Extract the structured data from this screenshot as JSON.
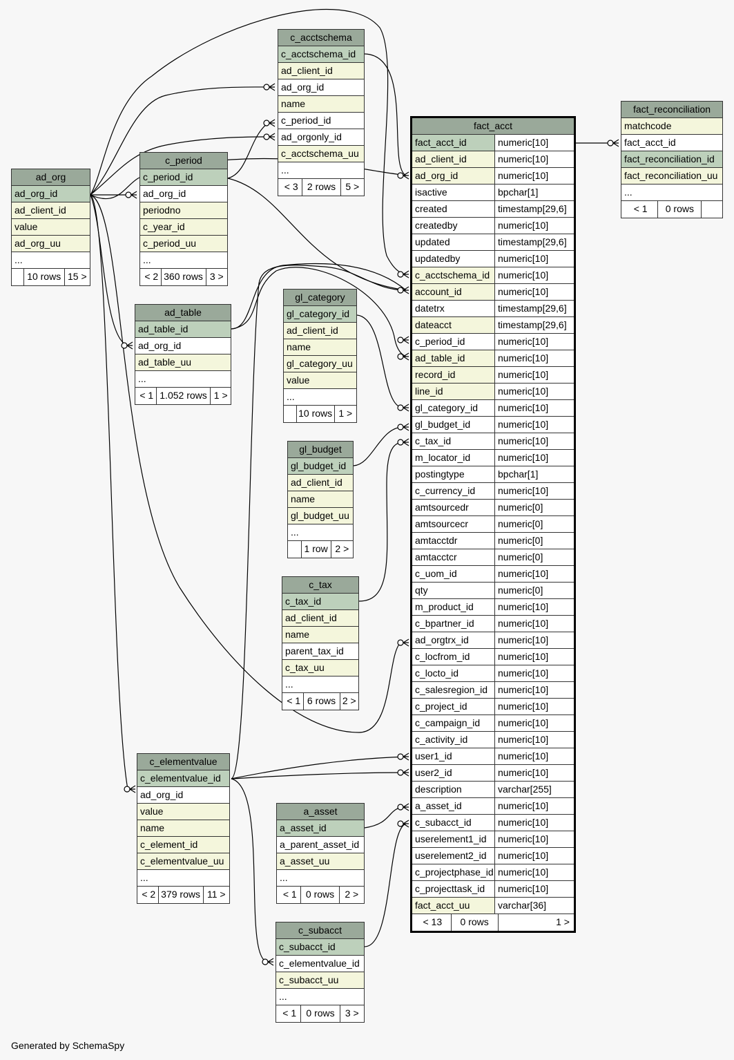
{
  "generated_by": "Generated by SchemaSpy",
  "tables": [
    {
      "id": "ad_org",
      "title": "ad_org",
      "rows": [
        {
          "n": "ad_org_id",
          "k": "pk"
        },
        {
          "n": "ad_client_id",
          "k": "fk"
        },
        {
          "n": "value",
          "k": "fk"
        },
        {
          "n": "ad_org_uu",
          "k": "fk"
        },
        {
          "n": "...",
          "k": "plain"
        }
      ],
      "footer": [
        "",
        "10 rows",
        "15 >"
      ]
    },
    {
      "id": "c_acctschema",
      "title": "c_acctschema",
      "rows": [
        {
          "n": "c_acctschema_id",
          "k": "pk"
        },
        {
          "n": "ad_client_id",
          "k": "fk"
        },
        {
          "n": "ad_org_id",
          "k": "plain"
        },
        {
          "n": "name",
          "k": "fk"
        },
        {
          "n": "c_period_id",
          "k": "plain"
        },
        {
          "n": "ad_orgonly_id",
          "k": "plain"
        },
        {
          "n": "c_acctschema_uu",
          "k": "fk"
        },
        {
          "n": "...",
          "k": "plain"
        }
      ],
      "footer": [
        "< 3",
        "2 rows",
        "5 >"
      ]
    },
    {
      "id": "c_period",
      "title": "c_period",
      "rows": [
        {
          "n": "c_period_id",
          "k": "pk"
        },
        {
          "n": "ad_org_id",
          "k": "plain"
        },
        {
          "n": "periodno",
          "k": "fk"
        },
        {
          "n": "c_year_id",
          "k": "fk"
        },
        {
          "n": "c_period_uu",
          "k": "fk"
        },
        {
          "n": "...",
          "k": "plain"
        }
      ],
      "footer": [
        "< 2",
        "360 rows",
        "3 >"
      ]
    },
    {
      "id": "ad_table",
      "title": "ad_table",
      "rows": [
        {
          "n": "ad_table_id",
          "k": "pk"
        },
        {
          "n": "ad_org_id",
          "k": "plain"
        },
        {
          "n": "ad_table_uu",
          "k": "fk"
        },
        {
          "n": "...",
          "k": "plain"
        }
      ],
      "footer": [
        "< 1",
        "1.052 rows",
        "1 >"
      ]
    },
    {
      "id": "gl_category",
      "title": "gl_category",
      "rows": [
        {
          "n": "gl_category_id",
          "k": "pk"
        },
        {
          "n": "ad_client_id",
          "k": "fk"
        },
        {
          "n": "name",
          "k": "fk"
        },
        {
          "n": "gl_category_uu",
          "k": "fk"
        },
        {
          "n": "value",
          "k": "fk"
        },
        {
          "n": "...",
          "k": "plain"
        }
      ],
      "footer": [
        "",
        "10 rows",
        "1 >"
      ]
    },
    {
      "id": "gl_budget",
      "title": "gl_budget",
      "rows": [
        {
          "n": "gl_budget_id",
          "k": "pk"
        },
        {
          "n": "ad_client_id",
          "k": "fk"
        },
        {
          "n": "name",
          "k": "fk"
        },
        {
          "n": "gl_budget_uu",
          "k": "fk"
        },
        {
          "n": "...",
          "k": "plain"
        }
      ],
      "footer": [
        "",
        "1 row",
        "2 >"
      ]
    },
    {
      "id": "c_tax",
      "title": "c_tax",
      "rows": [
        {
          "n": "c_tax_id",
          "k": "pk"
        },
        {
          "n": "ad_client_id",
          "k": "fk"
        },
        {
          "n": "name",
          "k": "fk"
        },
        {
          "n": "parent_tax_id",
          "k": "plain"
        },
        {
          "n": "c_tax_uu",
          "k": "fk"
        },
        {
          "n": "...",
          "k": "plain"
        }
      ],
      "footer": [
        "< 1",
        "6 rows",
        "2 >"
      ]
    },
    {
      "id": "c_elementvalue",
      "title": "c_elementvalue",
      "rows": [
        {
          "n": "c_elementvalue_id",
          "k": "pk"
        },
        {
          "n": "ad_org_id",
          "k": "plain"
        },
        {
          "n": "value",
          "k": "fk"
        },
        {
          "n": "name",
          "k": "fk"
        },
        {
          "n": "c_element_id",
          "k": "fk"
        },
        {
          "n": "c_elementvalue_uu",
          "k": "fk"
        },
        {
          "n": "...",
          "k": "plain"
        }
      ],
      "footer": [
        "< 2",
        "379 rows",
        "11 >"
      ]
    },
    {
      "id": "a_asset",
      "title": "a_asset",
      "rows": [
        {
          "n": "a_asset_id",
          "k": "pk"
        },
        {
          "n": "a_parent_asset_id",
          "k": "plain"
        },
        {
          "n": "a_asset_uu",
          "k": "fk"
        },
        {
          "n": "...",
          "k": "plain"
        }
      ],
      "footer": [
        "< 1",
        "0 rows",
        "2 >"
      ]
    },
    {
      "id": "c_subacct",
      "title": "c_subacct",
      "rows": [
        {
          "n": "c_subacct_id",
          "k": "pk"
        },
        {
          "n": "c_elementvalue_id",
          "k": "plain"
        },
        {
          "n": "c_subacct_uu",
          "k": "fk"
        },
        {
          "n": "...",
          "k": "plain"
        }
      ],
      "footer": [
        "< 1",
        "0 rows",
        "3 >"
      ]
    },
    {
      "id": "fact_reconciliation",
      "title": "fact_reconciliation",
      "rows": [
        {
          "n": "matchcode",
          "k": "fk"
        },
        {
          "n": "fact_acct_id",
          "k": "plain"
        },
        {
          "n": "fact_reconciliation_id",
          "k": "pk"
        },
        {
          "n": "fact_reconciliation_uu",
          "k": "fk"
        },
        {
          "n": "...",
          "k": "plain"
        }
      ],
      "footer": [
        "< 1",
        "0 rows",
        ""
      ]
    },
    {
      "id": "fact_acct",
      "title": "fact_acct",
      "main": true,
      "rows": [
        {
          "n": "fact_acct_id",
          "t": "numeric[10]",
          "k": "pk"
        },
        {
          "n": "ad_client_id",
          "t": "numeric[10]",
          "k": "fk"
        },
        {
          "n": "ad_org_id",
          "t": "numeric[10]",
          "k": "fk"
        },
        {
          "n": "isactive",
          "t": "bpchar[1]",
          "k": "plain"
        },
        {
          "n": "created",
          "t": "timestamp[29,6]",
          "k": "plain"
        },
        {
          "n": "createdby",
          "t": "numeric[10]",
          "k": "plain"
        },
        {
          "n": "updated",
          "t": "timestamp[29,6]",
          "k": "plain"
        },
        {
          "n": "updatedby",
          "t": "numeric[10]",
          "k": "plain"
        },
        {
          "n": "c_acctschema_id",
          "t": "numeric[10]",
          "k": "fk"
        },
        {
          "n": "account_id",
          "t": "numeric[10]",
          "k": "fk"
        },
        {
          "n": "datetrx",
          "t": "timestamp[29,6]",
          "k": "plain"
        },
        {
          "n": "dateacct",
          "t": "timestamp[29,6]",
          "k": "fk"
        },
        {
          "n": "c_period_id",
          "t": "numeric[10]",
          "k": "plain"
        },
        {
          "n": "ad_table_id",
          "t": "numeric[10]",
          "k": "fk"
        },
        {
          "n": "record_id",
          "t": "numeric[10]",
          "k": "fk"
        },
        {
          "n": "line_id",
          "t": "numeric[10]",
          "k": "fk"
        },
        {
          "n": "gl_category_id",
          "t": "numeric[10]",
          "k": "plain"
        },
        {
          "n": "gl_budget_id",
          "t": "numeric[10]",
          "k": "plain"
        },
        {
          "n": "c_tax_id",
          "t": "numeric[10]",
          "k": "plain"
        },
        {
          "n": "m_locator_id",
          "t": "numeric[10]",
          "k": "plain"
        },
        {
          "n": "postingtype",
          "t": "bpchar[1]",
          "k": "plain"
        },
        {
          "n": "c_currency_id",
          "t": "numeric[10]",
          "k": "plain"
        },
        {
          "n": "amtsourcedr",
          "t": "numeric[0]",
          "k": "plain"
        },
        {
          "n": "amtsourcecr",
          "t": "numeric[0]",
          "k": "plain"
        },
        {
          "n": "amtacctdr",
          "t": "numeric[0]",
          "k": "plain"
        },
        {
          "n": "amtacctcr",
          "t": "numeric[0]",
          "k": "plain"
        },
        {
          "n": "c_uom_id",
          "t": "numeric[10]",
          "k": "plain"
        },
        {
          "n": "qty",
          "t": "numeric[0]",
          "k": "plain"
        },
        {
          "n": "m_product_id",
          "t": "numeric[10]",
          "k": "plain"
        },
        {
          "n": "c_bpartner_id",
          "t": "numeric[10]",
          "k": "plain"
        },
        {
          "n": "ad_orgtrx_id",
          "t": "numeric[10]",
          "k": "plain"
        },
        {
          "n": "c_locfrom_id",
          "t": "numeric[10]",
          "k": "plain"
        },
        {
          "n": "c_locto_id",
          "t": "numeric[10]",
          "k": "plain"
        },
        {
          "n": "c_salesregion_id",
          "t": "numeric[10]",
          "k": "plain"
        },
        {
          "n": "c_project_id",
          "t": "numeric[10]",
          "k": "plain"
        },
        {
          "n": "c_campaign_id",
          "t": "numeric[10]",
          "k": "plain"
        },
        {
          "n": "c_activity_id",
          "t": "numeric[10]",
          "k": "plain"
        },
        {
          "n": "user1_id",
          "t": "numeric[10]",
          "k": "plain"
        },
        {
          "n": "user2_id",
          "t": "numeric[10]",
          "k": "plain"
        },
        {
          "n": "description",
          "t": "varchar[255]",
          "k": "plain"
        },
        {
          "n": "a_asset_id",
          "t": "numeric[10]",
          "k": "plain"
        },
        {
          "n": "c_subacct_id",
          "t": "numeric[10]",
          "k": "plain"
        },
        {
          "n": "userelement1_id",
          "t": "numeric[10]",
          "k": "plain"
        },
        {
          "n": "userelement2_id",
          "t": "numeric[10]",
          "k": "plain"
        },
        {
          "n": "c_projectphase_id",
          "t": "numeric[10]",
          "k": "plain"
        },
        {
          "n": "c_projecttask_id",
          "t": "numeric[10]",
          "k": "plain"
        },
        {
          "n": "fact_acct_uu",
          "t": "varchar[36]",
          "k": "fk"
        }
      ],
      "footer": [
        "< 13",
        "0 rows",
        "1 >"
      ]
    }
  ]
}
